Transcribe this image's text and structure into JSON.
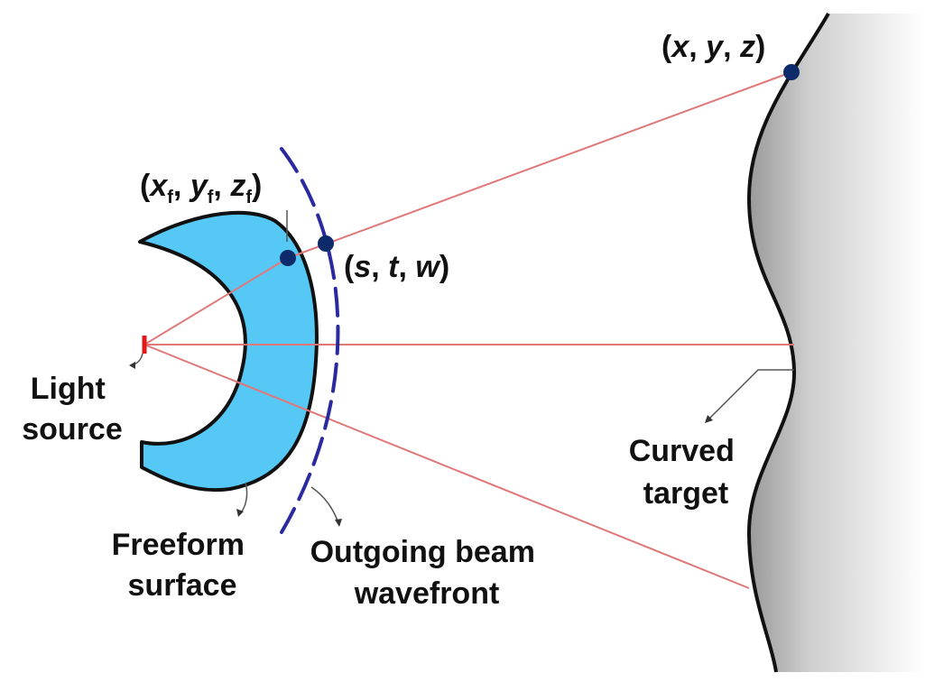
{
  "labels": {
    "light_source": [
      "Light",
      "source"
    ],
    "freeform_surface": [
      "Freeform",
      "surface"
    ],
    "wavefront": [
      "Outgoing beam",
      "wavefront"
    ],
    "target": [
      "Curved",
      "target"
    ]
  },
  "coords": {
    "target_point": {
      "open": "(",
      "a": "x",
      "sep1": ", ",
      "b": "y",
      "sep2": ", ",
      "c": "z",
      "close": ")"
    },
    "wavefront_point": {
      "open": "(",
      "a": "s",
      "sep1": ", ",
      "b": "t",
      "sep2": ", ",
      "c": "w",
      "close": ")"
    },
    "surface_point": {
      "open": "(",
      "a": "x",
      "sub": "f",
      "sep1": ", ",
      "b": "y",
      "sep2": ", ",
      "c": "z",
      "close": ")"
    }
  },
  "colors": {
    "lens_fill": "#55c8f5",
    "ray": "#e0787a",
    "wavefront": "#2a2aa0",
    "point": "#0d2a6b",
    "source": "#e01818",
    "target_shade": "#cfcfcf"
  }
}
